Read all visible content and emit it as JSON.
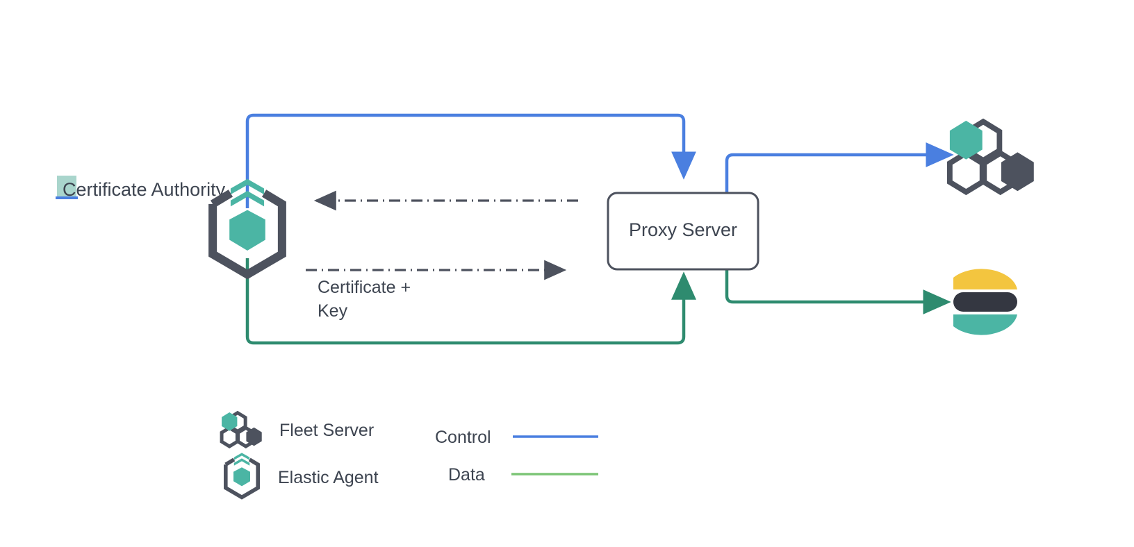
{
  "diagram": {
    "title_text": "Certificate Authority",
    "nodes": [
      {
        "id": "certificate-authority",
        "label": "Certificate Authority",
        "icon": "elastic-agent-icon"
      },
      {
        "id": "proxy-server",
        "label": "Proxy Server",
        "icon": "none"
      },
      {
        "id": "fleet-server",
        "label": "",
        "icon": "fleet-server-icon"
      },
      {
        "id": "elasticsearch",
        "label": "",
        "icon": "elasticsearch-icon"
      }
    ],
    "edges": [
      {
        "id": "control-agent-to-proxy",
        "label": "",
        "kind": "control",
        "color": "#4a7fe0"
      },
      {
        "id": "control-proxy-to-fleet",
        "label": "",
        "kind": "control",
        "color": "#4a7fe0"
      },
      {
        "id": "data-agent-to-proxy",
        "label": "",
        "kind": "data",
        "color": "#2e8b6f"
      },
      {
        "id": "data-proxy-to-elasticsearch",
        "label": "",
        "kind": "data",
        "color": "#2e8b6f"
      },
      {
        "id": "cert-request",
        "label": "",
        "kind": "dash-dot",
        "color": "#4d525e"
      },
      {
        "id": "cert-key-delivery",
        "label": "Certificate +\nKey",
        "label_line1": "Certificate +",
        "label_line2": "Key",
        "kind": "dash-dot",
        "color": "#4d525e"
      }
    ]
  },
  "legend": {
    "icon_items": [
      {
        "label": "Fleet Server",
        "icon": "fleet-server-icon"
      },
      {
        "label": "Elastic Agent",
        "icon": "elastic-agent-icon"
      }
    ],
    "line_items": [
      {
        "label": "Control",
        "color": "#4a7fe0"
      },
      {
        "label": "Data",
        "color": "#7cc576"
      }
    ]
  },
  "colors": {
    "control_blue": "#4a7fe0",
    "data_green_line": "#2e8b6f",
    "legend_data_green": "#7cc576",
    "teal": "#4bb5a4",
    "dark_slate": "#4d525e",
    "text": "#3d4450",
    "box_border": "#4d525e",
    "highlight": "#a9d5cc",
    "elastic_yellow": "#f3c53f",
    "elastic_dark": "#343741",
    "elastic_teal": "#4bb5a4"
  }
}
